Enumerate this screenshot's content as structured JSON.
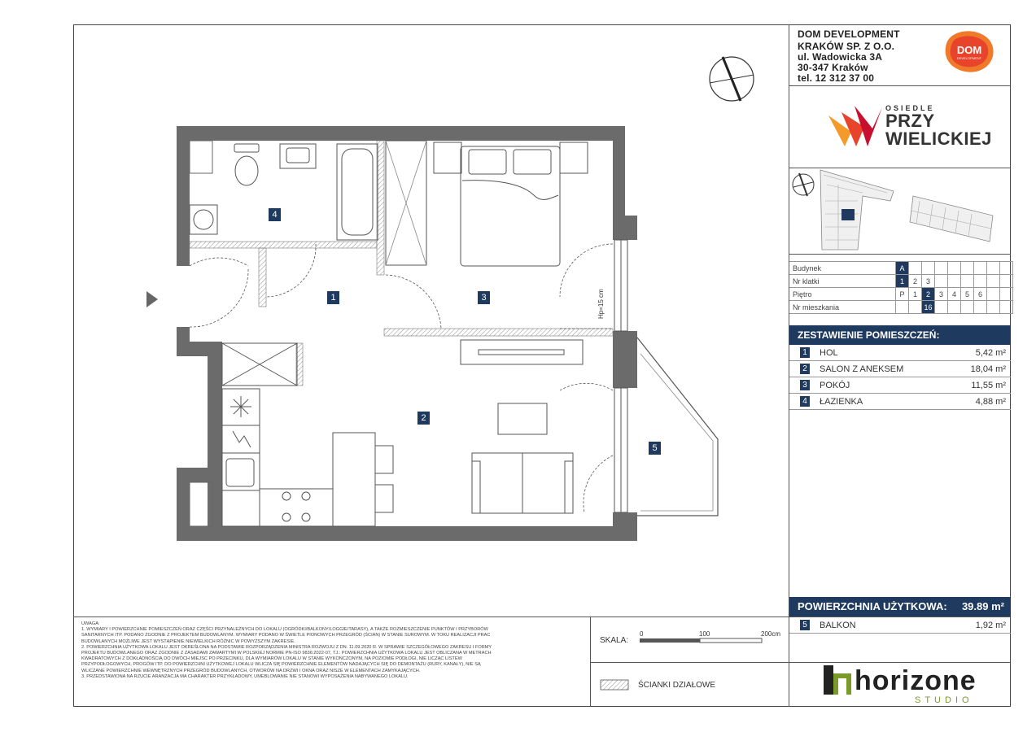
{
  "header": {
    "company_line1": "DOM DEVELOPMENT",
    "company_line2": "KRAKÓW SP. Z O.O.",
    "address": "ul. Wadowicka 3A",
    "city": "30-347 Kraków",
    "phone": "tel. 12 312 37 00",
    "dom_logo_text": "DOM",
    "dom_logo_sub": "DEVELOPMENT"
  },
  "project": {
    "osiedle": "OSIEDLE",
    "name_line1": "PRZY",
    "name_line2": "WIELICKIEJ"
  },
  "info_grid": {
    "rows": [
      {
        "label": "Budynek",
        "cells": [
          "A",
          "",
          "",
          "",
          "",
          "",
          "",
          "",
          ""
        ],
        "selected": [
          0
        ]
      },
      {
        "label": "Nr klatki",
        "cells": [
          "1",
          "2",
          "3",
          "",
          "",
          "",
          "",
          "",
          ""
        ],
        "selected": [
          0
        ]
      },
      {
        "label": "Piętro",
        "cells": [
          "P",
          "1",
          "2",
          "3",
          "4",
          "5",
          "6",
          "",
          ""
        ],
        "selected": [
          2
        ]
      },
      {
        "label": "Nr mieszkania",
        "cells": [
          "",
          "",
          "16",
          "",
          "",
          "",
          "",
          "",
          ""
        ],
        "selected": [
          2
        ]
      }
    ]
  },
  "summary": {
    "title": "ZESTAWIENIE POMIESZCZEŃ:",
    "rooms": [
      {
        "num": "1",
        "name": "HOL",
        "area": "5,42 m²"
      },
      {
        "num": "2",
        "name": "SALON Z ANEKSEM",
        "area": "18,04 m²"
      },
      {
        "num": "3",
        "name": "POKÓJ",
        "area": "11,55 m²"
      },
      {
        "num": "4",
        "name": "ŁAZIENKA",
        "area": "4,88 m²"
      }
    ],
    "total_label": "POWIERZCHNIA UŻYTKOWA:",
    "total_value": "39.89 m²",
    "balcony": {
      "num": "5",
      "name": "BALKON",
      "area": "1,92 m²"
    }
  },
  "plan": {
    "tags": [
      "1",
      "2",
      "3",
      "4",
      "5"
    ],
    "hp_label": "Hp=15 cm"
  },
  "notes": {
    "title": "UWAGA:",
    "lines": [
      "1. WYMIARY I POWIERZCHNIE POMIESZCZEŃ ORAZ CZĘŚCI PRZYNALEŻNYCH DO LOKALU (OGRÓDKI/BALKONY/LOGGIE/TARASY), A TAKŻE ROZMIESZCZENIE PUNKTÓW I PRZYBORÓW",
      "SANITARNYCH ITP. PODANO ZGODNIE Z PROJEKTEM BUDOWLANYM. WYMIARY PODANO W ŚWIETLE PIONOWYCH PRZEGRÓD (ŚCIAN) W STANIE SUROWYM. W TOKU REALIZACJI PRAC",
      "BUDOWLANYCH MOŻLIWE JEST WYSTĄPIENIE NIEWIELKICH RÓŻNIC W POWYŻSZYM ZAKRESIE.",
      "2. POWIERZCHNIA UŻYTKOWA LOKALU JEST OKREŚLONA NA PODSTAWIE ROZPORZĄDZENIA MINISTRA ROZWOJU Z DN. 11.09.2020 R. W SPRAWIE SZCZEGÓŁOWEGO ZAKRESU I FORMY",
      "PROJEKTU BUDOWLANEGO ORAZ ZGODNIE Z ZASADAMI ZAWARTYMI W POLSKIEJ NORMIE PN-ISO 9836:2022-07, TJ.: POWIERZCHNIA UŻYTKOWA LOKALU JEST OBLICZANA W METRACH",
      "KWADRATOWYCH Z DOKŁADNOŚCIĄ DO DWÓCH MIEJSC PO PRZECINKU, DLA WYMIARÓW LOKALU W STANIE WYKOŃCZONYM, NA POZIOMIE PODŁOGI, NIE LICZĄC LISTEW",
      "PRZYPODŁOGOWYCH, PROGÓW ITP. DO POWIERZCHNI UŻYTKOWEJ LOKALU WLICZA SIĘ POWIERZCHNIE ELEMENTÓW NADAJĄCYCH SIĘ DO DEMONTAŻU (RURY, KANAŁY), NIE SĄ",
      "WLICZANE POWIERZCHNIE WEWNĘTRZNYCH PRZEGRÓD BUDOWLANYCH, OTWORÓW NA DRZWI I OKNA ORAZ NISZE W ELEMENTACH ZAMYKAJĄCYCH.",
      "3. PRZEDSTAWIONA NA RZUCIE ARANŻACJA MA CHARAKTER PRZYKŁADOWY, UMEBLOWANIE NIE STANOWI WYPOSAŻENIA NABYWANEGO LOKALU."
    ]
  },
  "scale": {
    "label": "SKALA:",
    "ticks": [
      "0",
      "100",
      "200cm"
    ]
  },
  "legend": {
    "label": "ŚCIANKI DZIAŁOWE"
  },
  "brand": {
    "name": "horizone",
    "sub": "STUDIO",
    "color": "#7a9a2a"
  },
  "colors": {
    "navy": "#1f3a5f",
    "wall": "#6b6b6b"
  }
}
